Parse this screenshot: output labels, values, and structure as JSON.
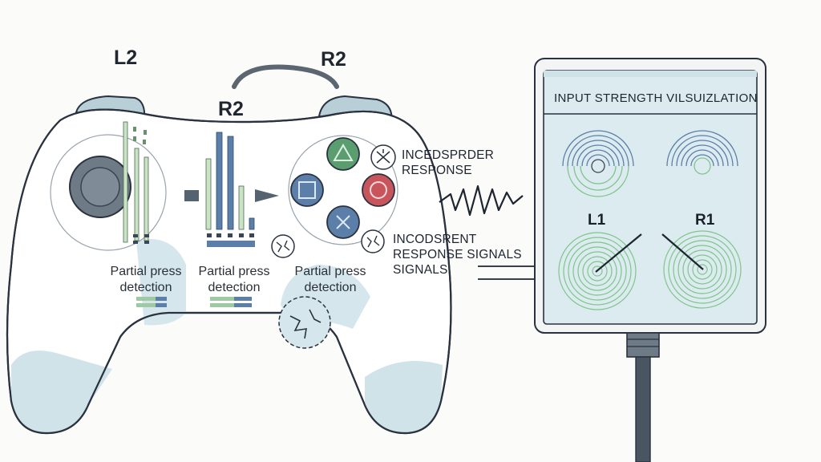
{
  "labels": {
    "l2": "L2",
    "r2_top": "R2",
    "r2_mid": "R2",
    "l1": "L1",
    "r1": "R1"
  },
  "controller": {
    "face_buttons": [
      {
        "name": "triangle",
        "color": "#5a9e6f"
      },
      {
        "name": "square",
        "color": "#5b7fa8"
      },
      {
        "name": "circle",
        "color": "#c9555c"
      },
      {
        "name": "cross",
        "color": "#5b7fa8"
      }
    ],
    "partial_press": [
      {
        "line1": "Partial press",
        "line2": "detection"
      },
      {
        "line1": "Partial press",
        "line2": "detection"
      },
      {
        "line1": "Partial press",
        "line2": "detection"
      }
    ]
  },
  "notes": {
    "top": {
      "line1": "INCEDSPRDER",
      "line2": "RESPONSE"
    },
    "bottom": {
      "line1": "INCODSRENT",
      "line2": "RESPONSE SIGNALS",
      "line3": "SIGNALS"
    }
  },
  "panel": {
    "title": "INPUT STRENGTH VILSUIZLATION"
  },
  "colors": {
    "outline": "#2a3240",
    "accent_blue": "#5b7fa8",
    "accent_green": "#7fc58a",
    "panel_fill": "#dcebef",
    "highlight": "#cfe3e8"
  }
}
